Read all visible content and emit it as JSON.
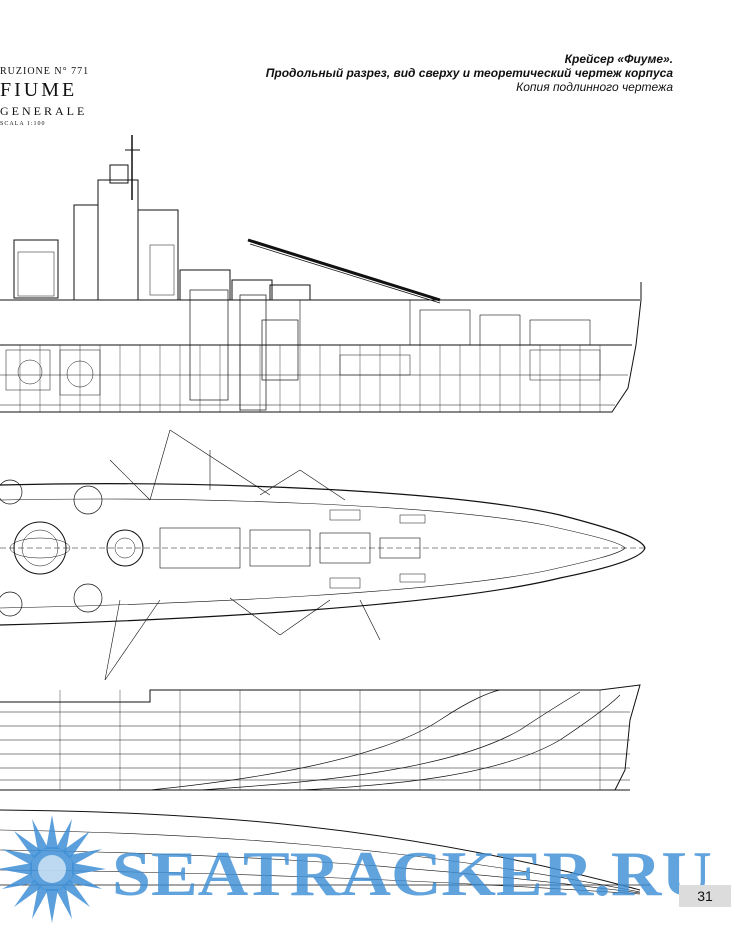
{
  "title_block": {
    "line1": "RUZIONE N° 771",
    "line2": "FIUME",
    "line3": "GENERALE",
    "line4": "SCALA 1:100"
  },
  "caption": {
    "title": "Крейсер «Фиуме».",
    "subtitle": "Продольный разрез, вид сверху и теоретический чертеж корпуса",
    "note": "Копия подлинного чертежа"
  },
  "watermark": {
    "text": "SEATRACKER.RU",
    "color": "#3e8fd6"
  },
  "page_number": "31"
}
